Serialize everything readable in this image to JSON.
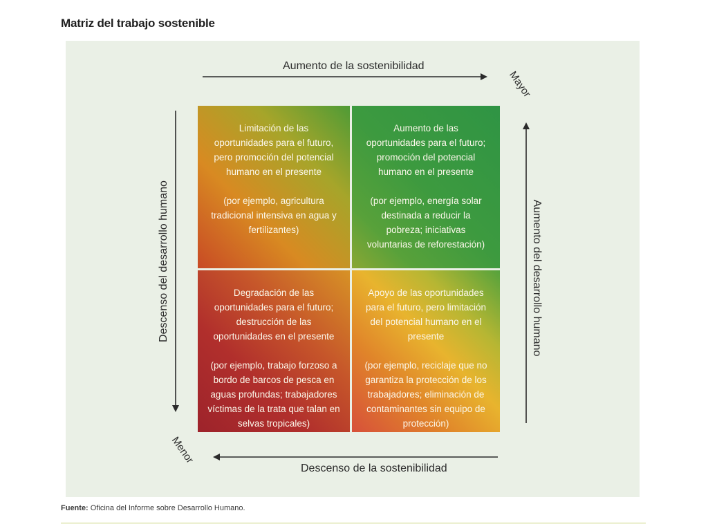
{
  "title": "Matriz del trabajo sostenible",
  "axes": {
    "top": "Aumento de la sostenibilidad",
    "bottom": "Descenso de la sostenibilidad",
    "left": "Descenso del desarrollo humano",
    "right": "Aumento del desarrollo humano",
    "corner_top_right": "Mayor",
    "corner_bottom_left": "Menor"
  },
  "quadrants": {
    "top_left": {
      "heading": "Limitación de las oportunidades para el futuro, pero promoción del potencial humano en el presente",
      "example": "(por ejemplo, agricultura tradicional intensiva en agua y fertilizantes)"
    },
    "top_right": {
      "heading": "Aumento de las oportunidades para el futuro; promoción del potencial humano en el presente",
      "example": "(por ejemplo, energía solar destinada a reducir la pobreza; iniciativas voluntarias de reforestación)"
    },
    "bottom_left": {
      "heading": "Degradación de las oportunidades para el futuro; destrucción de las oportunidades en el presente",
      "example": "(por ejemplo, trabajo forzoso a bordo de barcos de pesca en aguas profundas; trabajadores víctimas de la trata que talan en selvas tropicales)"
    },
    "bottom_right": {
      "heading": "Apoyo de las oportunidades para el futuro, pero limitación del potencial humano en el presente",
      "example": "(por ejemplo, reciclaje que no garantiza la protección de los trabajadores; eliminación de contaminantes sin equipo de protección)"
    }
  },
  "source": {
    "label": "Fuente:",
    "text": "Oficina del Informe sobre Desarrollo Humano."
  },
  "colors": {
    "panel_background": "#eaf0e6",
    "green": "#2f9444",
    "red": "#9d232b",
    "orange": "#e09a2b",
    "rule": "#c9d47a"
  }
}
